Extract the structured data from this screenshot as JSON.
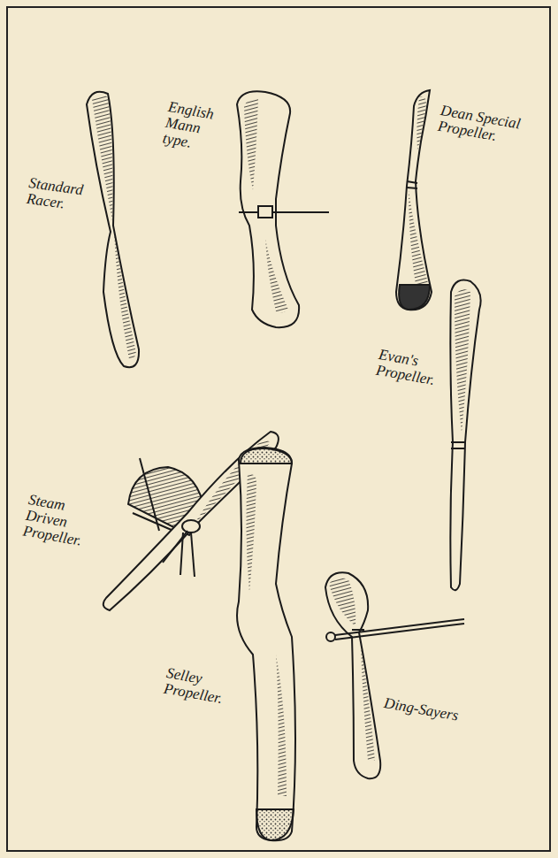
{
  "diagram": {
    "labels": [
      "Standard Racer.",
      "English Mann type.",
      "Dean Special Propeller.",
      "Evan's Propeller.",
      "Steam Driven Propeller.",
      "Selley Propeller.",
      "Ding-Sayers"
    ]
  }
}
